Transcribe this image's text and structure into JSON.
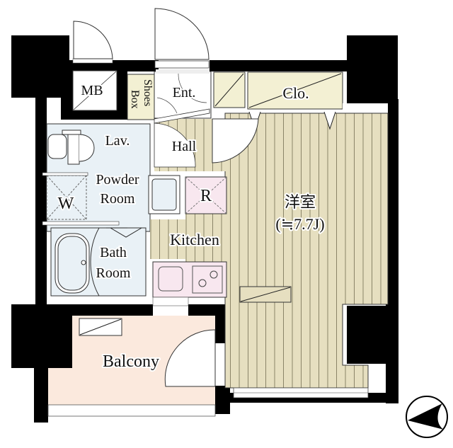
{
  "floorplan": {
    "rooms": {
      "mb": {
        "label": "MB"
      },
      "shoes_box": {
        "label_line1": "Shoes",
        "label_line2": "Box"
      },
      "entrance": {
        "label": "Ent."
      },
      "closet": {
        "label": "Clo."
      },
      "lavatory": {
        "label": "Lav."
      },
      "hall": {
        "label": "Hall"
      },
      "powder_room": {
        "label_line1": "Powder",
        "label_line2": "Room"
      },
      "washer": {
        "label": "W"
      },
      "refrigerator": {
        "label": "R"
      },
      "kitchen": {
        "label": "Kitchen"
      },
      "bath_room": {
        "label_line1": "Bath",
        "label_line2": "Room"
      },
      "western_room": {
        "label": "洋室",
        "area": "(≒7.7J)"
      },
      "balcony": {
        "label": "Balcony"
      }
    },
    "compass": {
      "icon": "north-arrow-icon",
      "direction": "west"
    },
    "colors": {
      "wall": "#000000",
      "flooring": "#e6dfc0",
      "flooring_line": "#8a8468",
      "storage": "#f3f0d3",
      "wet_area": "#e9f1f6",
      "kitchen_appliance": "#f8e7ef",
      "balcony": "#fbe9dd",
      "outline": "#333333"
    }
  }
}
